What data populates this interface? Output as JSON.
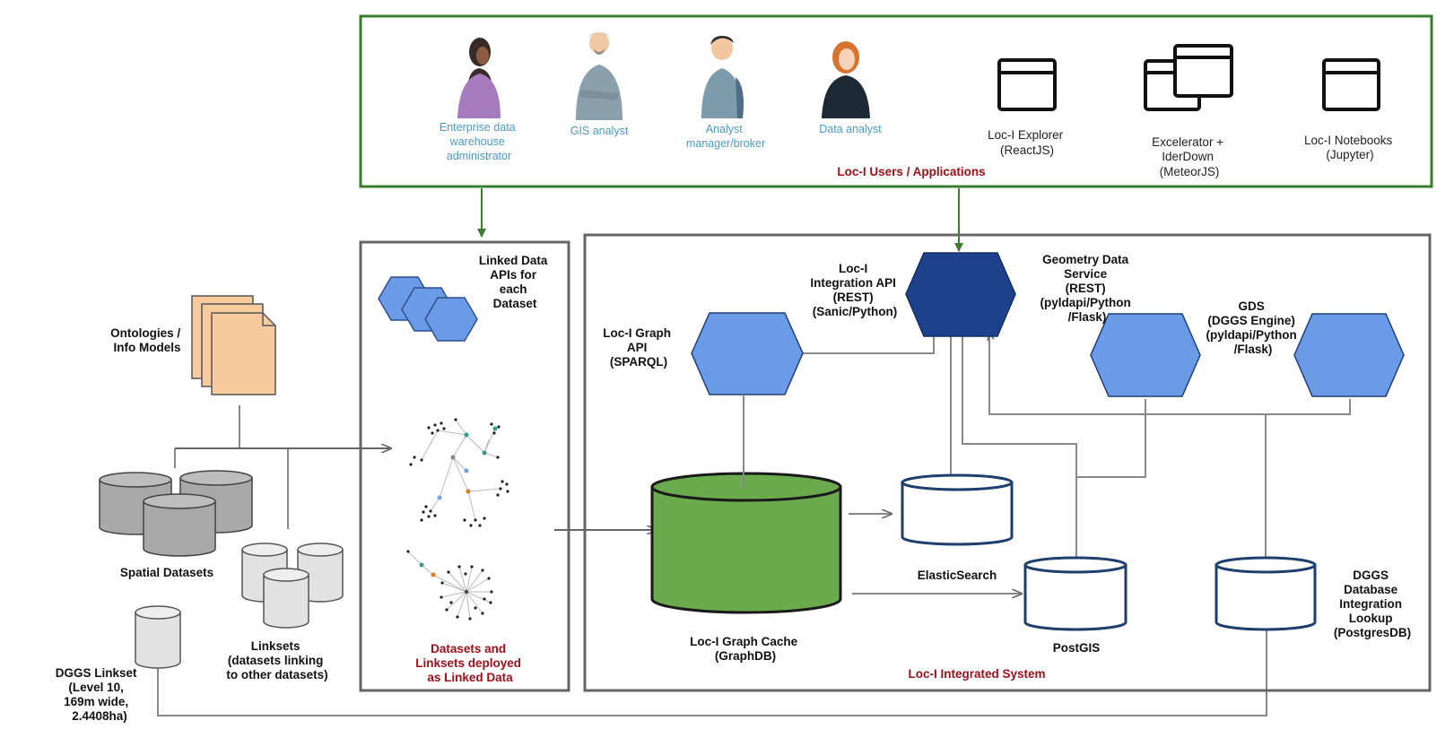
{
  "colors": {
    "green_border": "#3a7d2c",
    "gray_border": "#666666",
    "hex_light": "#6b9be6",
    "hex_dark": "#1d418a",
    "db_outline": "#1e3f6e",
    "graph_cache_fill": "#6aab4e",
    "doc_fill": "#f8cb9e",
    "red_label": "#a0101a",
    "user_label": "#4a9bc9"
  },
  "users_panel": {
    "title": "Loc-I Users / Applications",
    "users": [
      {
        "icon": "woman-hijab-person-icon",
        "label_lines": [
          "Enterprise data",
          "warehouse",
          "administrator"
        ]
      },
      {
        "icon": "man-arms-crossed-person-icon",
        "label_lines": [
          "GIS analyst"
        ]
      },
      {
        "icon": "woman-backpack-person-icon",
        "label_lines": [
          "Analyst",
          "manager/broker"
        ]
      },
      {
        "icon": "woman-orange-hair-person-icon",
        "label_lines": [
          "Data analyst"
        ]
      }
    ],
    "apps": [
      {
        "icon": "browser-window-icon",
        "label_lines": [
          "Loc-I Explorer",
          "(ReactJS)"
        ]
      },
      {
        "icon": "stacked-windows-icon",
        "label_lines": [
          "Excelerator +",
          "IderDown",
          "(MeteorJS)"
        ]
      },
      {
        "icon": "browser-window-icon",
        "label_lines": [
          "Loc-I Notebooks",
          "(Jupyter)"
        ]
      }
    ]
  },
  "left_sources": {
    "ontologies_lines": [
      "Ontologies /",
      "Info Models"
    ],
    "spatial_datasets": "Spatial Datasets",
    "linksets_lines": [
      "Linksets",
      "(datasets linking",
      "to other datasets)"
    ],
    "dggs_linkset_lines": [
      "DGGS Linkset",
      "(Level 10,",
      "169m wide,",
      "2.4408ha)"
    ]
  },
  "linked_data_panel": {
    "apis_lines": [
      "Linked Data",
      "APIs for",
      "each",
      "Dataset"
    ],
    "caption_lines": [
      "Datasets and",
      "Linksets deployed",
      "as Linked Data"
    ]
  },
  "integrated_system": {
    "title": "Loc-I Integrated System",
    "graph_api_lines": [
      "Loc-I Graph",
      "API",
      "(SPARQL)"
    ],
    "integration_api_lines": [
      "Loc-I",
      "Integration API",
      "(REST)",
      "(Sanic/Python)"
    ],
    "geometry_service_lines": [
      "Geometry Data",
      "Service",
      "(REST)",
      "(pyldapi/Python",
      "/Flask)"
    ],
    "gds_lines": [
      "GDS",
      "(DGGS Engine)",
      "(pyldapi/Python",
      "/Flask)"
    ],
    "graph_cache_lines": [
      "Loc-I Graph Cache",
      "(GraphDB)"
    ],
    "elasticsearch": "ElasticSearch",
    "postgis": "PostGIS",
    "dggs_lookup_lines": [
      "DGGS",
      "Database",
      "Integration",
      "Lookup",
      "(PostgresDB)"
    ]
  }
}
